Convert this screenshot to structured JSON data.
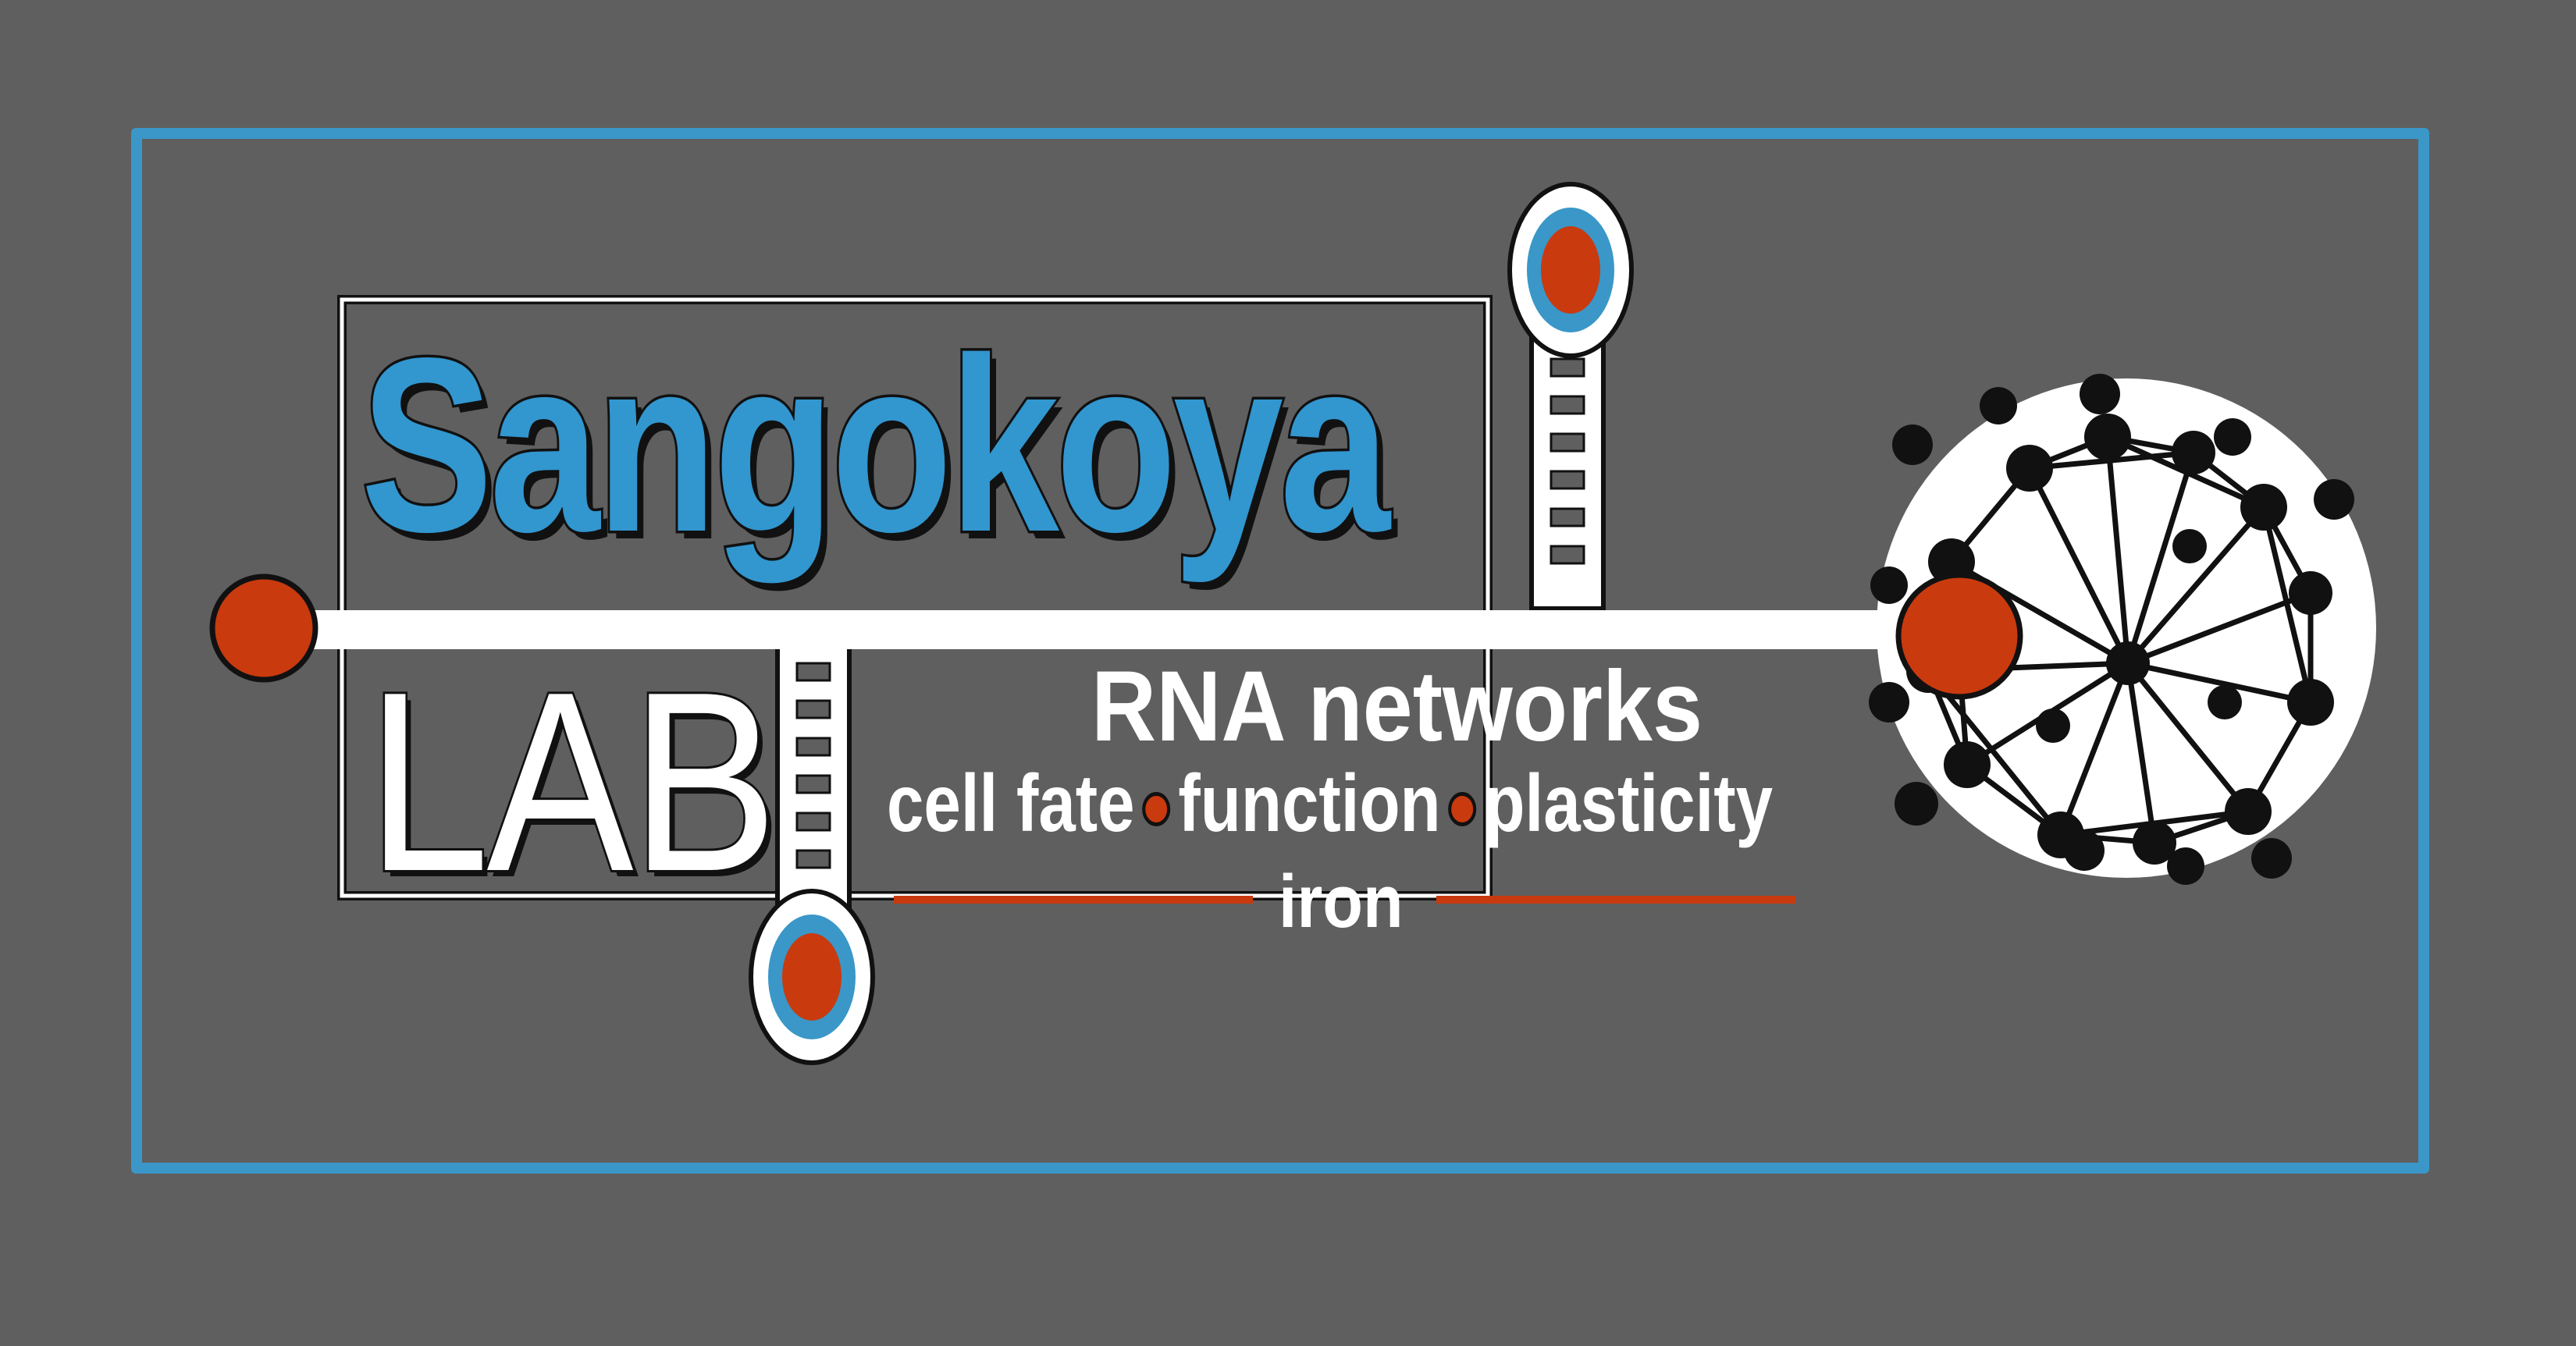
{
  "logo": {
    "title": "Sangokoya",
    "subtitle": "LAB",
    "tagline": "RNA networks",
    "keywords": [
      "cell fate",
      "function",
      "plasticity"
    ],
    "footer_keyword": "iron"
  },
  "colors": {
    "background": "#5f5f5f",
    "frame_border": "#3a97c8",
    "title_fill": "#3296cf",
    "accent_red": "#c93a0f",
    "text_light": "#ffffff",
    "outline": "#111111"
  },
  "icons": {
    "left_node": "red-circle-node",
    "right_node": "red-circle-node",
    "upper_marker": "target-marker",
    "lower_marker": "target-marker",
    "network_graphic": "rna-network-graph"
  }
}
